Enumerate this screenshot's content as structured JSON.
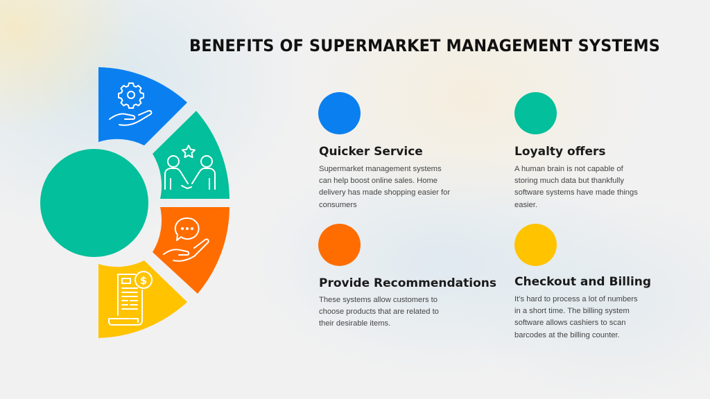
{
  "title": "BENEFITS OF SUPERMARKET MANAGEMENT SYSTEMS",
  "colors": {
    "blue": "#0a7ff0",
    "green": "#03bf9b",
    "orange": "#ff6d00",
    "yellow": "#ffc300",
    "background": "#f1f1f1"
  },
  "wheel": {
    "center_circle_color": "#03bf9b",
    "segments": [
      {
        "color": "#0a7ff0",
        "icon": "gear-hand-icon"
      },
      {
        "color": "#03bf9b",
        "icon": "handshake-star-icon"
      },
      {
        "color": "#ff6d00",
        "icon": "chat-hand-icon"
      },
      {
        "color": "#ffc300",
        "icon": "receipt-dollar-icon"
      }
    ]
  },
  "cards": [
    {
      "title": "Quicker Service",
      "color": "#0a7ff0",
      "body": "Supermarket management systems can help boost online sales. Home delivery has made shopping easier for consumers"
    },
    {
      "title": "Loyalty offers",
      "color": "#03bf9b",
      "body": "A human brain is not capable of storing much data but thankfully software systems have made things easier."
    },
    {
      "title": "Provide Recommendations",
      "color": "#ff6d00",
      "body": "These systems allow customers to choose products that are related to their desirable items."
    },
    {
      "title": "Checkout and Billing",
      "color": "#ffc300",
      "body": "It’s hard to process a lot of numbers in a short time. The billing system software allows cashiers to scan barcodes at the billing counter."
    }
  ]
}
